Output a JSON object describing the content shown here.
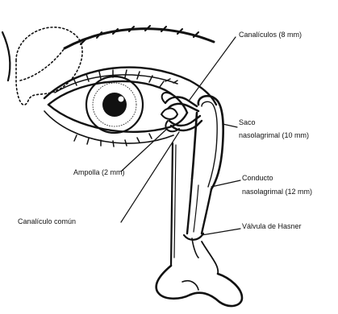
{
  "figure": {
    "labels": {
      "canaliculos": "Canalículos (8 mm)",
      "saco_line1": "Saco",
      "saco_line2": "nasolagrimal (10 mm)",
      "ampolla": "Ampolla (2 mm)",
      "conducto_line1": "Conducto",
      "conducto_line2": "nasolagrimal (12 mm)",
      "canaliculo_comun": "Canalículo común",
      "valvula": "Válvula de Hasner"
    },
    "colors": {
      "ink": "#111111",
      "background": "#ffffff"
    }
  }
}
